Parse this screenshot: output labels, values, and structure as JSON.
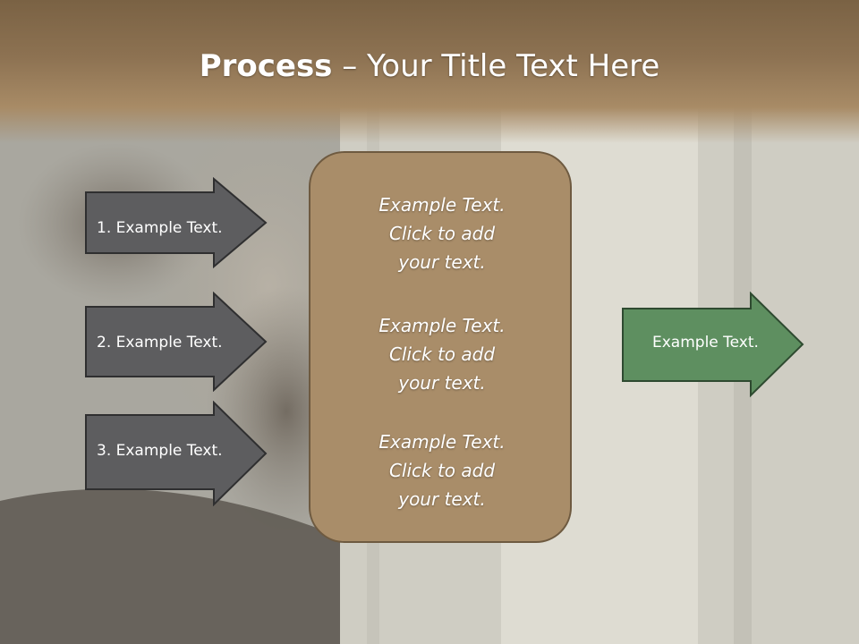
{
  "slide": {
    "title_bold": "Process",
    "title_rest": " – Your Title Text Here",
    "inputs": [
      {
        "label": "1. Example Text."
      },
      {
        "label": "2. Example Text."
      },
      {
        "label": "3. Example Text."
      }
    ],
    "center_items": [
      {
        "line1": "Example Text.",
        "line2": "Click  to add",
        "line3": "your text."
      },
      {
        "line1": "Example Text.",
        "line2": "Click  to add",
        "line3": "your text."
      },
      {
        "line1": "Example Text.",
        "line2": "Click  to add",
        "line3": "your text."
      }
    ],
    "output": {
      "label": "Example Text."
    }
  },
  "colors": {
    "title_band": "#8d7252",
    "input_arrow": "#5d5d5f",
    "center_box": "#a98d69",
    "output_arrow": "#5e8f60"
  }
}
